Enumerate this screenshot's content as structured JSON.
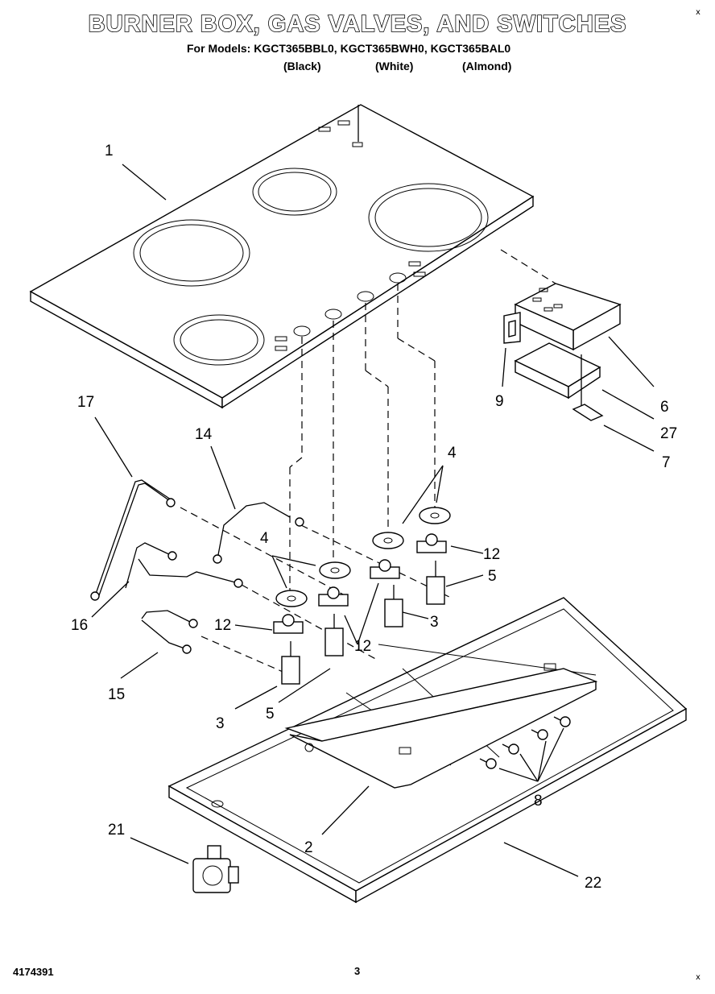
{
  "header": {
    "title": "BURNER BOX, GAS VALVES, AND SWITCHES",
    "models_line": "For Models: KGCT365BBL0, KGCT365BWH0, KGCT365BAL0",
    "colors": [
      "(Black)",
      "(White)",
      "(Almond)"
    ]
  },
  "callouts": [
    "1",
    "2",
    "3",
    "3",
    "4",
    "4",
    "5",
    "5",
    "6",
    "7",
    "8",
    "9",
    "12",
    "12",
    "12",
    "14",
    "15",
    "16",
    "17",
    "21",
    "22",
    "27"
  ],
  "footer": {
    "part_number": "4174391",
    "page_number": "3"
  },
  "corner_marks": [
    "x",
    "x"
  ]
}
